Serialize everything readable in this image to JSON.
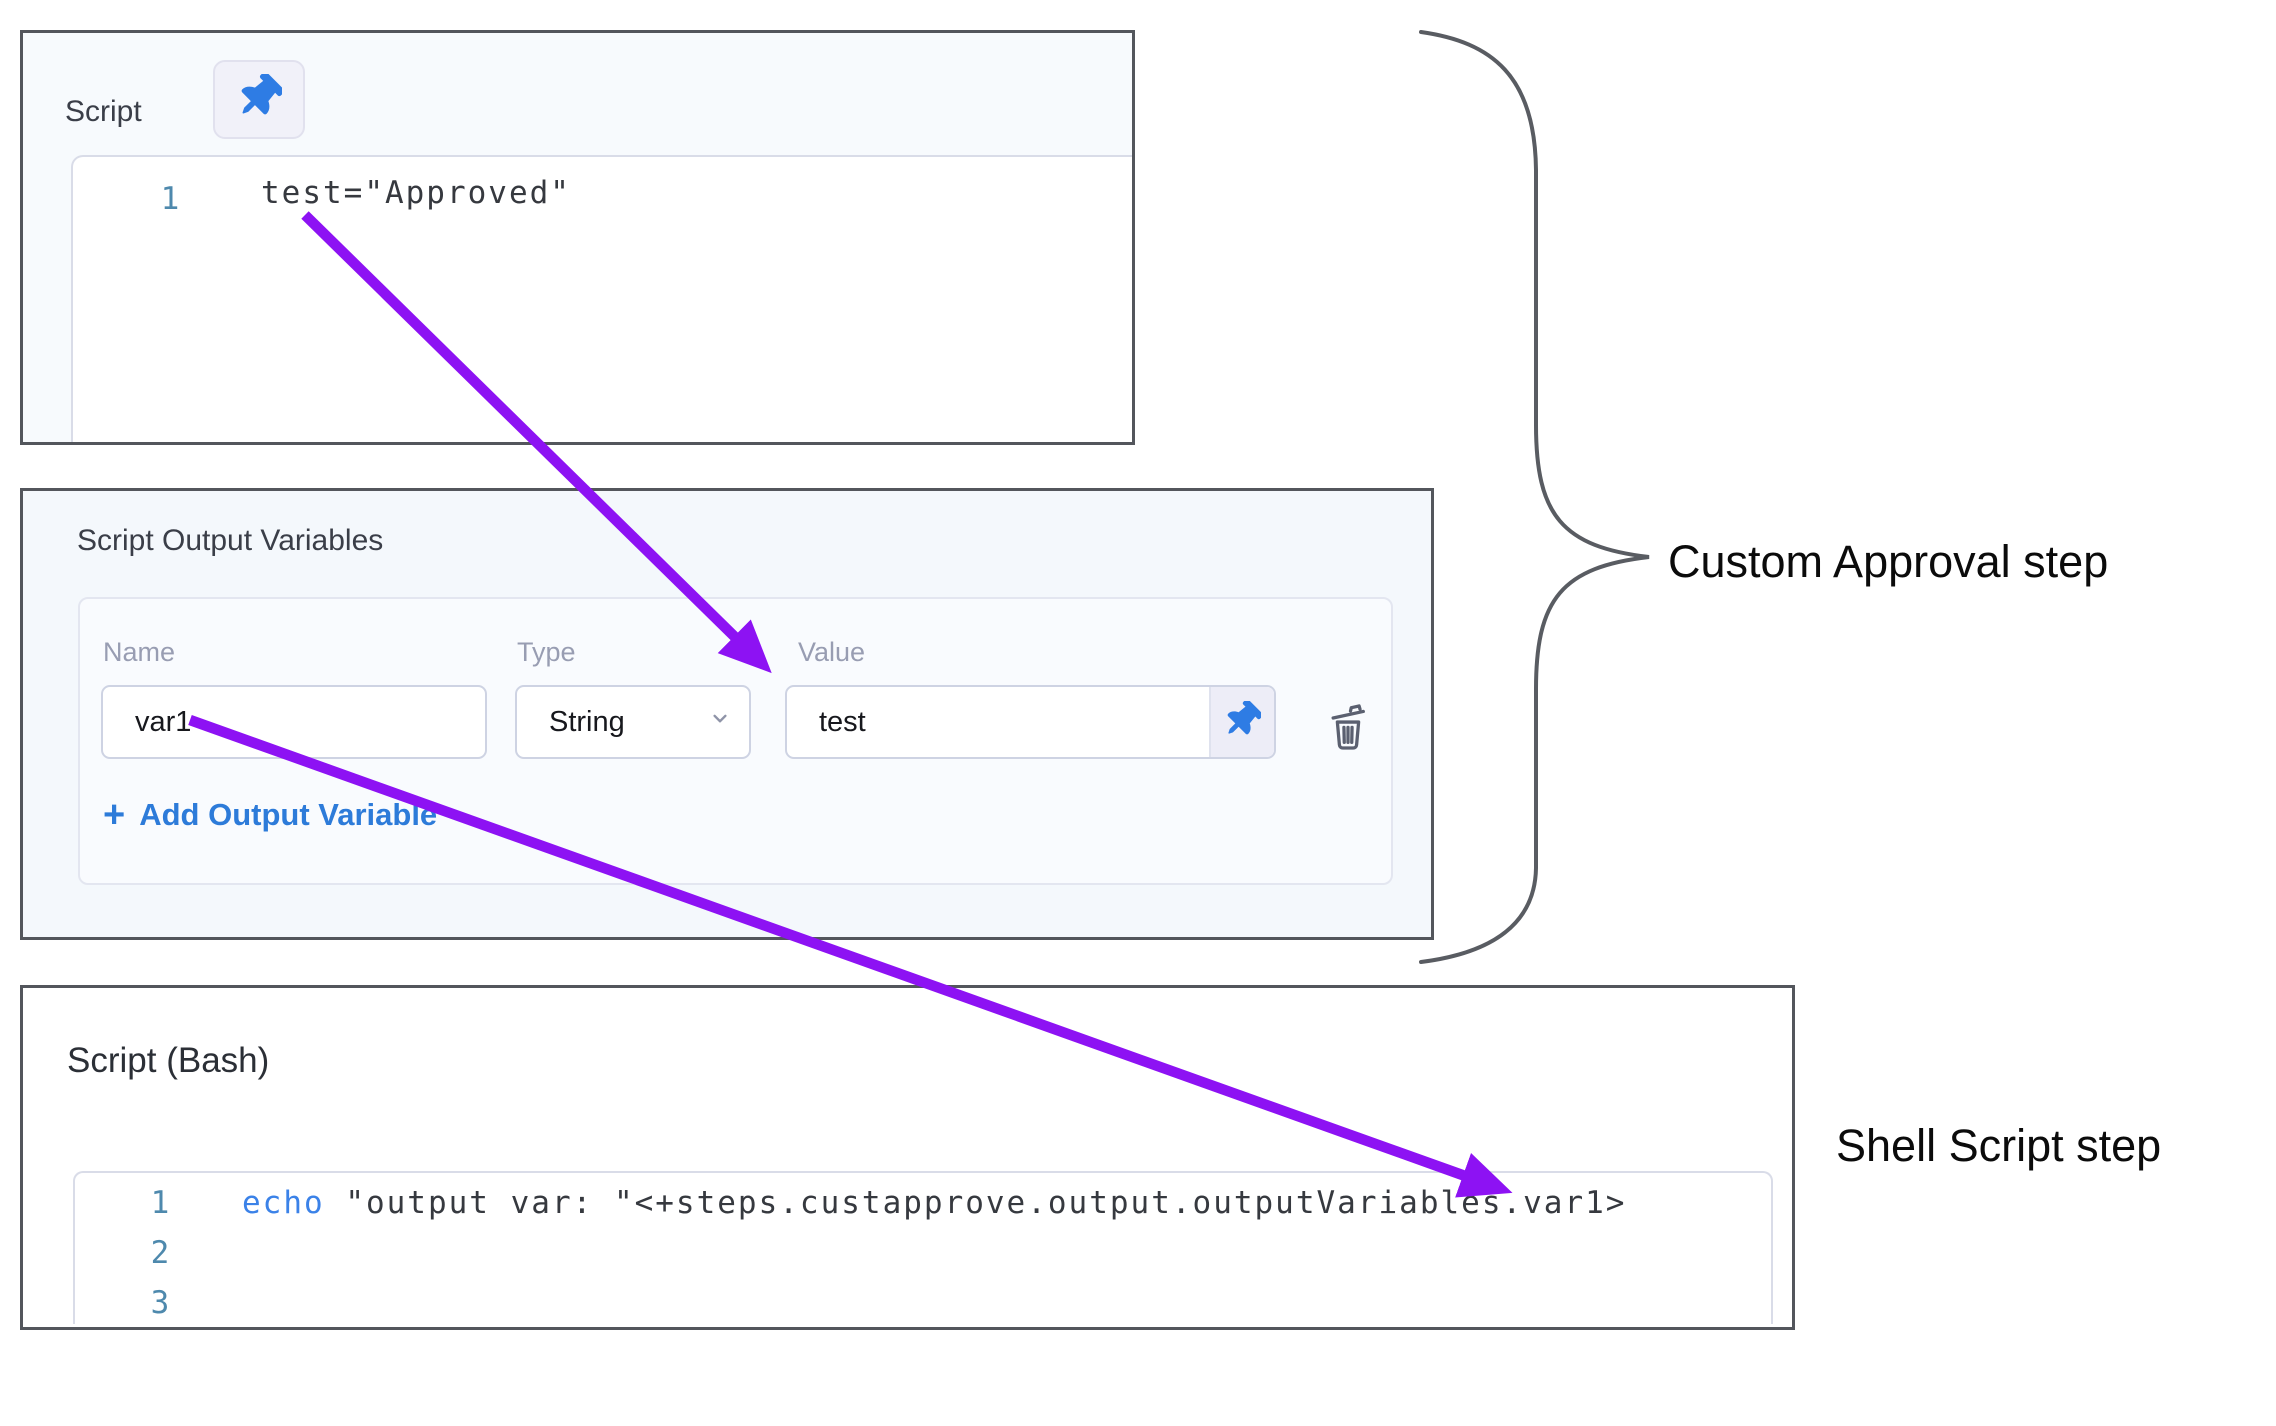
{
  "script_panel": {
    "title": "Script",
    "editor": {
      "line_number": "1",
      "code": "test=\"Approved\""
    }
  },
  "output_variables_panel": {
    "title": "Script Output Variables",
    "columns": {
      "name": "Name",
      "type": "Type",
      "value": "Value"
    },
    "row": {
      "name": "var1",
      "type": "String",
      "value": "test"
    },
    "add_link": {
      "plus": "+",
      "label": "Add Output Variable"
    }
  },
  "bash_panel": {
    "title": "Script (Bash)",
    "editor": {
      "line_numbers": [
        "1",
        "2",
        "3"
      ],
      "line1_keyword": "echo",
      "line1_rest": " \"output var: \"<+steps.custapprove.output.outputVariables.var1>"
    }
  },
  "annotations": {
    "custom_approval_label": "Custom Approval step",
    "shell_script_label": "Shell Script step"
  },
  "colors": {
    "arrow_purple": "#8d12f3",
    "pin_blue": "#2e7ce4",
    "link_blue": "#2d7bd9",
    "keyword_blue": "#3b82e8",
    "line_number_teal": "#4e89ad",
    "panel_border": "#53565c",
    "brace_gray": "#595c62"
  }
}
